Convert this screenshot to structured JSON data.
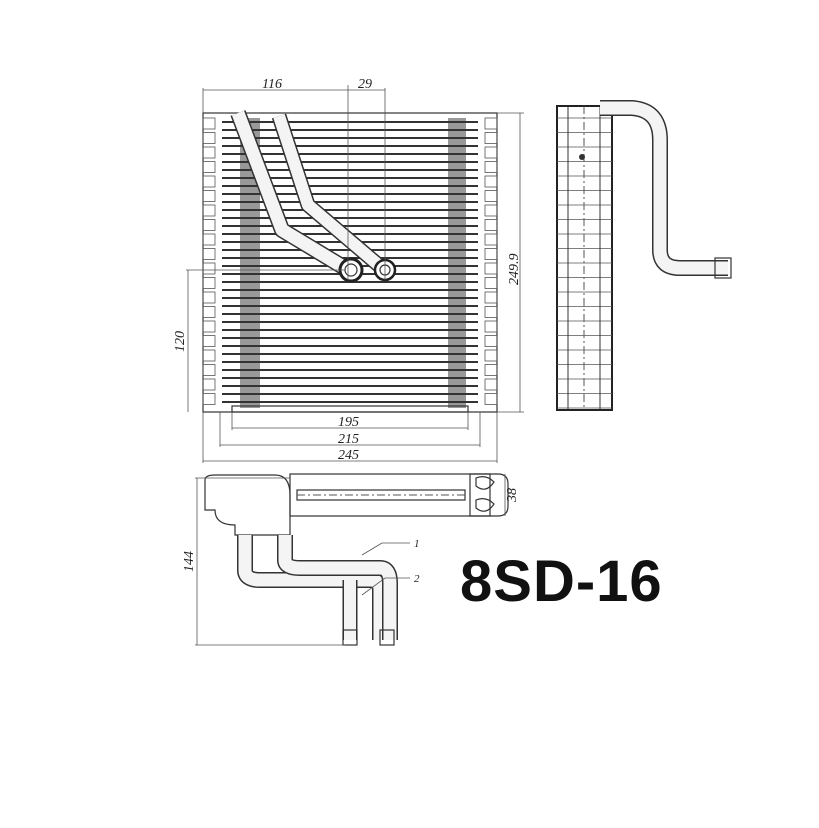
{
  "part_number": "8SD-16",
  "dimensions": {
    "top_offset": "116",
    "pipe_spacing": "29",
    "height": "249.9",
    "pipe_height": "120",
    "core_width": "195",
    "inner_width": "215",
    "overall_width": "245",
    "depth": "38",
    "pipe_drop": "144"
  },
  "callouts": [
    "1",
    "2"
  ],
  "colors": {
    "line": "#333333",
    "fin_band": "#888888",
    "text": "#111111"
  }
}
